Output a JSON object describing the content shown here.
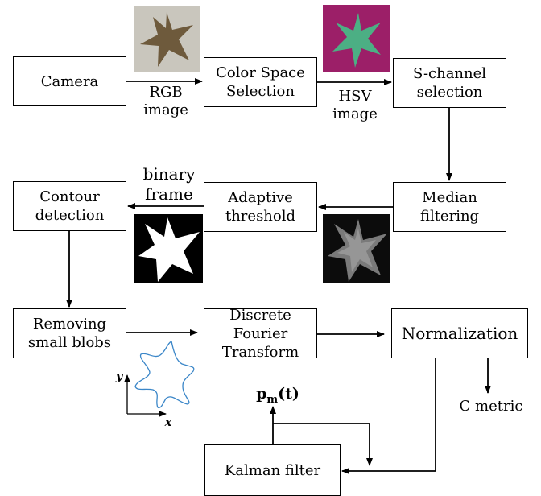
{
  "boxes": {
    "camera": "Camera",
    "color_space": "Color Space\nSelection",
    "s_channel": "S-channel\nselection",
    "median": "Median\nfiltering",
    "adaptive": "Adaptive\nthreshold",
    "contour": "Contour\ndetection",
    "removing": "Removing\nsmall blobs",
    "dft": "Discrete Fourier\nTransform",
    "normalization": "Normalization",
    "kalman": "Kalman filter"
  },
  "labels": {
    "rgb": "RGB\nimage",
    "hsv": "HSV\nimage",
    "binary": "binary\nframe",
    "c_metric": "C metric",
    "pm_main": "p",
    "pm_sub": "m",
    "pm_arg": "(t)",
    "axis_x": "x",
    "axis_y": "y"
  },
  "colors": {
    "contour_plot": "#3a86c8",
    "hsv_bg": "#9c1f68",
    "hsv_star": "#3ec98a",
    "rgb_bg": "#c9c6bd",
    "rgb_star": "#6e5a3c"
  }
}
